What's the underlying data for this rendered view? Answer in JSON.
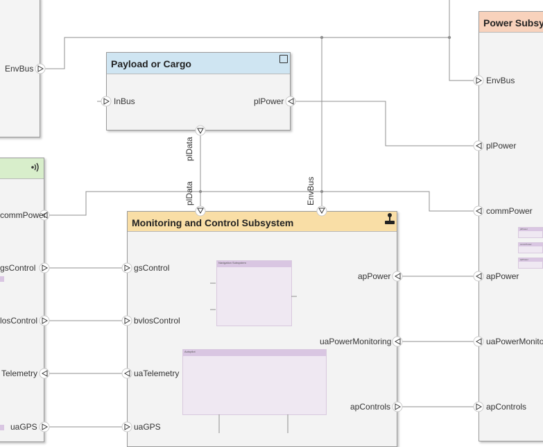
{
  "blocks": {
    "payload": {
      "title": "Payload or Cargo",
      "ports": {
        "in_bus": "InBus",
        "pl_power": "plPower",
        "pl_data": "plData"
      }
    },
    "monitoring": {
      "title": "Monitoring and Control Subsystem",
      "ports": {
        "pl_data": "plData",
        "env_bus": "EnvBus",
        "gs_control": "gsControl",
        "bvlos_control": "bvlosControl",
        "ua_telemetry": "uaTelemetry",
        "ua_gps": "uaGPS",
        "ap_power": "apPower",
        "ua_power_monitoring": "uaPowerMonitoring",
        "ap_controls": "apControls"
      },
      "mini_blocks": {
        "navigation": "Navigation Subsystem",
        "autopilot": "Autopilot"
      }
    },
    "power": {
      "title": "Power Subsy",
      "ports": {
        "env_bus": "EnvBus",
        "pl_power": "plPower",
        "comm_power": "commPower",
        "ap_power": "apPower",
        "ua_power_monitor": "uaPowerMonito",
        "ap_controls": "apControls"
      },
      "mini_blocks": [
        "plPower",
        "commPower",
        "apPower"
      ]
    },
    "left_top": {
      "ports": {
        "env_bus": "EnvBus"
      }
    },
    "left_comm": {
      "ports": {
        "comm_power": "commPower",
        "gs_control": "gsControl",
        "bvlos_control": "losControl",
        "ua_telemetry": "Telemetry",
        "ua_gps": "uaGPS"
      }
    }
  },
  "signals": {
    "pl_data": "plData",
    "env_bus": "EnvBus"
  },
  "colors": {
    "payload_header": "#cfe5f2",
    "monitoring_header": "#f9dea6",
    "power_header": "#f8d2bc",
    "comm_header": "#d8eecb",
    "block_body": "#f3f3f3",
    "wire": "#8f8f8f"
  },
  "icons": {
    "payload": "square-outline-icon",
    "monitoring": "joystick-icon",
    "comm": "antenna-signal-icon",
    "port_in": "triangle-right-icon",
    "port_out": "triangle-left-icon",
    "port_down": "triangle-down-icon"
  }
}
